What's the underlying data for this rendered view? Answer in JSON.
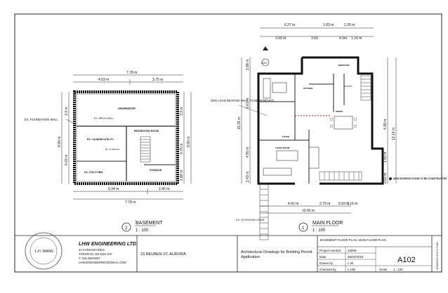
{
  "basement": {
    "title": "BASEMENT",
    "scale": "1 : 100",
    "callout_num": "2",
    "dims_top": [
      "7.78 m",
      "4.03 m",
      "3.75 m"
    ],
    "dims_bottom": [
      "5.34 m",
      "2.45 m",
      "7.78 m"
    ],
    "dims_left": [
      "9.90 m",
      "4.03 m",
      "3.3 m"
    ],
    "dims_right": [
      "3.3 m",
      "9.90 m",
      "4.75 m",
      "1.88 m"
    ],
    "rooms": [
      "UNDERWATER",
      "EX. BRICK WALL",
      "EX. LAUNDRY/UTILITY",
      "RECREATION ROOM",
      "EX. UTILITY/RM",
      "EX. FURNACE",
      "STORAGE"
    ],
    "notes": [
      "EX. FOUNDATION WALL"
    ]
  },
  "main_floor": {
    "title": "MAIN FLOOR",
    "scale": "1 : 100",
    "callout_num": "1",
    "dims_top": [
      "6.27 m",
      "1.83 m",
      "2.35 m",
      "3.92 m",
      "3.93",
      "4.3m",
      "1.16 m"
    ],
    "dims_bottom": [
      "4.42 m",
      "2.79 m",
      "0.93 m",
      "1.16 m",
      "10.43 m"
    ],
    "dims_left": [
      "2.88 m",
      "6.61 m",
      "15.35 m",
      "4.55 m",
      "2.43 m"
    ],
    "dims_right": [
      "4.98 m",
      "12.14 m",
      "1.55 m",
      "3.93 m"
    ],
    "callout_tag": "A102",
    "notes": [
      "NON LOAD BEARING WALL TO BE REMOVED",
      "EX. EXTERIOR STAIR",
      "NEW INTERIOR STAIR TO BE CONSTRUCTED"
    ],
    "rooms": [
      "KITCHEN",
      "DINING",
      "LIVING ROOM",
      "FOYER",
      "BEDROOM",
      "PANTRY"
    ]
  },
  "title_block": {
    "company": "LHW ENGINEERING LTD",
    "address": [
      "23 CANHAM CRES.",
      "TORONTO, ON M1S 2H7",
      "T: 416-269-6537",
      "LHW.ENGINEERING@GMAIL.COM"
    ],
    "project_address": "23 REUBEN ST. AURORA",
    "purpose": "Architectural Drawings for Building Permit Application",
    "sheet_title": "BASEMENT FLOOR PLAN, MAIN FLOOR PLAN",
    "project_number_label": "Project number",
    "project_number": "16009",
    "date_label": "Date",
    "date": "06/04/2016",
    "drawn_by_label": "Drawn by",
    "drawn_by": "L.W.",
    "checked_by_label": "Checked by",
    "checked_by": "L.HW",
    "sheet_number": "A102",
    "scale_label": "Scale",
    "scale": "1 : 100",
    "side_stamp": "3/28/2016 9:52:17 AM",
    "seal_name": "L.H. WANG"
  }
}
